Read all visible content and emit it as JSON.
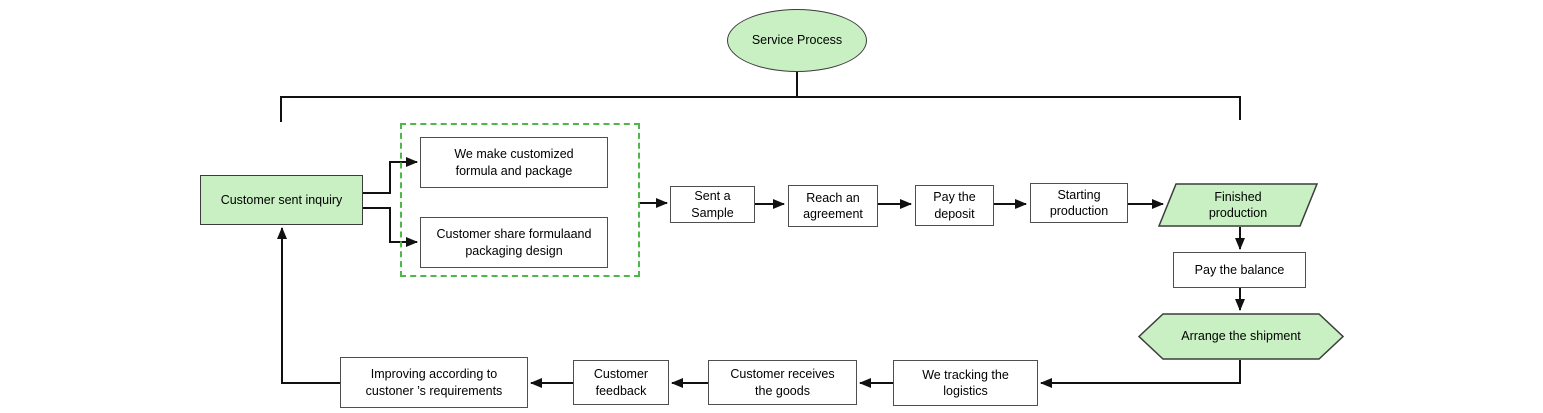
{
  "diagram": {
    "title": "Service Process",
    "colors": {
      "shape_fill_green": "#c9f0c3",
      "shape_border_dark": "#3c3c3c",
      "box_border_gray": "#4f4f4f",
      "dashed_border_green": "#4db848",
      "line_color": "#111111",
      "text_color": "#000000",
      "background": "#ffffff"
    },
    "nodes": {
      "service_process": {
        "label": "Service Process",
        "shape": "ellipse"
      },
      "customer_sent_inquiry": {
        "label": "Customer sent inquiry",
        "shape": "rect-green"
      },
      "we_make_customized": {
        "label": "We make customized\nformula and package",
        "shape": "rect"
      },
      "customer_share_formula": {
        "label": "Customer share formulaand\npackaging design",
        "shape": "rect"
      },
      "sent_a_sample": {
        "label": "Sent a\nSample",
        "shape": "rect"
      },
      "reach_an_agreement": {
        "label": "Reach an\nagreement",
        "shape": "rect"
      },
      "pay_the_deposit": {
        "label": "Pay the\ndeposit",
        "shape": "rect"
      },
      "starting_production": {
        "label": "Starting\nproduction",
        "shape": "rect"
      },
      "finished_production": {
        "label": "Finished\nproduction",
        "shape": "parallelogram-green"
      },
      "pay_the_balance": {
        "label": "Pay the balance",
        "shape": "rect"
      },
      "arrange_the_shipment": {
        "label": "Arrange the shipment",
        "shape": "hexagon-green"
      },
      "we_tracking_logistics": {
        "label": "We tracking the\nlogistics",
        "shape": "rect"
      },
      "customer_receives_goods": {
        "label": "Customer receives\nthe goods",
        "shape": "rect"
      },
      "customer_feedback": {
        "label": "Customer\nfeedback",
        "shape": "rect"
      },
      "improving_requirements": {
        "label": "Improving according to\ncustoner ’s requirements",
        "shape": "rect"
      }
    },
    "edges": [
      {
        "from": "service_process",
        "to": "process-bracket"
      },
      {
        "from": "customer_sent_inquiry",
        "to": "we_make_customized"
      },
      {
        "from": "customer_sent_inquiry",
        "to": "customer_share_formula"
      },
      {
        "from": "customization_options_group",
        "to": "sent_a_sample"
      },
      {
        "from": "sent_a_sample",
        "to": "reach_an_agreement"
      },
      {
        "from": "reach_an_agreement",
        "to": "pay_the_deposit"
      },
      {
        "from": "pay_the_deposit",
        "to": "starting_production"
      },
      {
        "from": "starting_production",
        "to": "finished_production"
      },
      {
        "from": "finished_production",
        "to": "pay_the_balance"
      },
      {
        "from": "pay_the_balance",
        "to": "arrange_the_shipment"
      },
      {
        "from": "arrange_the_shipment",
        "to": "we_tracking_logistics"
      },
      {
        "from": "we_tracking_logistics",
        "to": "customer_receives_goods"
      },
      {
        "from": "customer_receives_goods",
        "to": "customer_feedback"
      },
      {
        "from": "customer_feedback",
        "to": "improving_requirements"
      },
      {
        "from": "improving_requirements",
        "to": "customer_sent_inquiry"
      }
    ]
  }
}
